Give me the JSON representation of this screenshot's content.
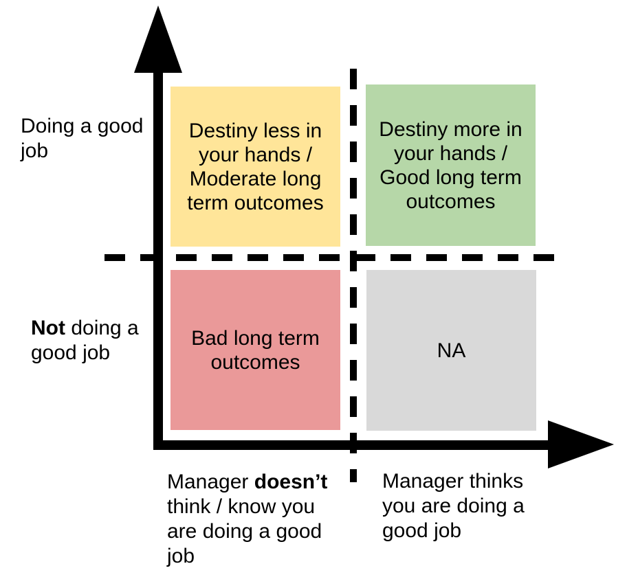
{
  "colors": {
    "background": "#FFFFFF",
    "text": "#000000",
    "axis": "#000000",
    "quadrant_top_left": "#FFE599",
    "quadrant_top_right": "#B6D7A8",
    "quadrant_bottom_left": "#EA9999",
    "quadrant_bottom_right": "#D9D9D9"
  },
  "y_axis": {
    "top_label": "Doing a good\njob",
    "bottom_label": {
      "bold": "Not",
      "rest": " doing a\ngood job"
    }
  },
  "x_axis": {
    "left_label": {
      "pre": "Manager ",
      "bold": "doesn’t",
      "post": "\nthink / know you\nare doing a good\njob"
    },
    "right_label": "Manager thinks\nyou are doing a\ngood job"
  },
  "quadrants": {
    "top_left": {
      "label": "Destiny less in\nyour hands /\nModerate long\nterm outcomes",
      "color": "#FFE599"
    },
    "top_right": {
      "label": "Destiny more in\nyour hands /\nGood long term\noutcomes",
      "color": "#B6D7A8"
    },
    "bottom_left": {
      "label": "Bad long term\noutcomes",
      "color": "#EA9999"
    },
    "bottom_right": {
      "label": "NA",
      "color": "#D9D9D9"
    }
  }
}
